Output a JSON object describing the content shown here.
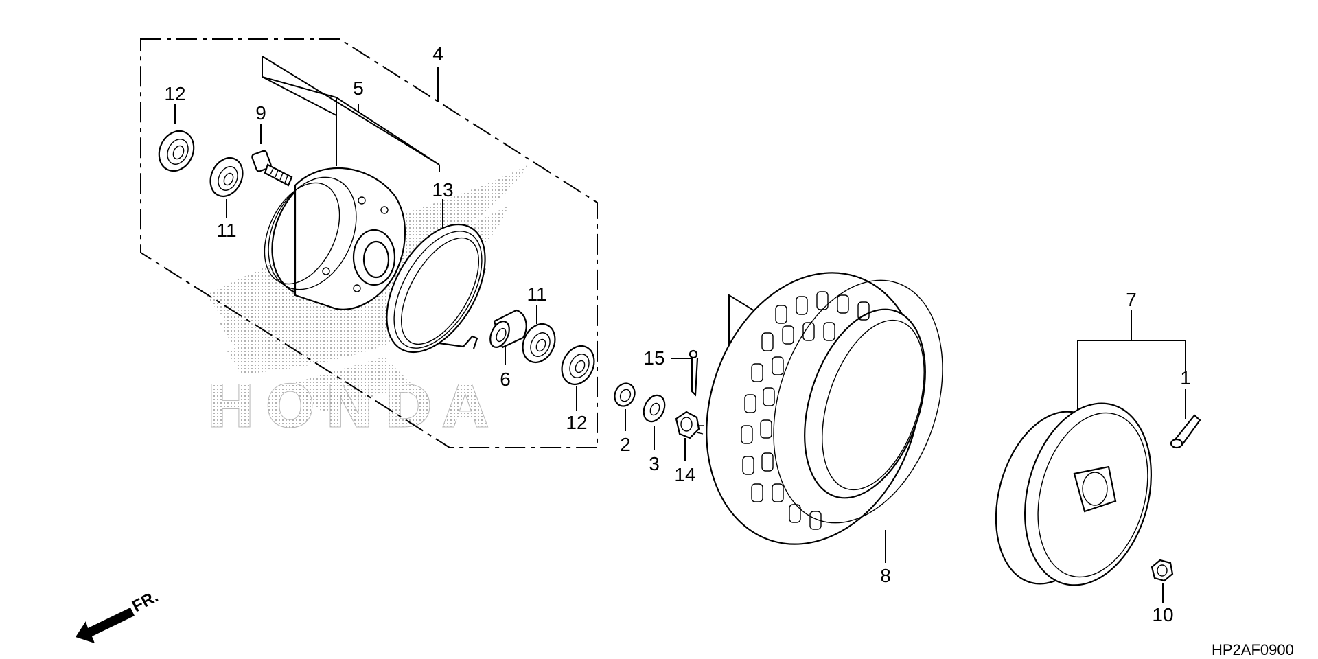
{
  "diagram": {
    "watermark_text": "HONDA",
    "direction_label": "FR.",
    "drawing_code": "HP2AF0900",
    "callouts": {
      "c1": "1",
      "c2": "2",
      "c3": "3",
      "c4": "4",
      "c5": "5",
      "c6": "6",
      "c7": "7",
      "c8": "8",
      "c9": "9",
      "c10": "10",
      "c11a": "11",
      "c11b": "11",
      "c12a": "12",
      "c12b": "12",
      "c13": "13",
      "c14": "14",
      "c15": "15"
    },
    "colors": {
      "line": "#000000",
      "background": "#ffffff",
      "watermark": "#9a9a9a"
    }
  }
}
